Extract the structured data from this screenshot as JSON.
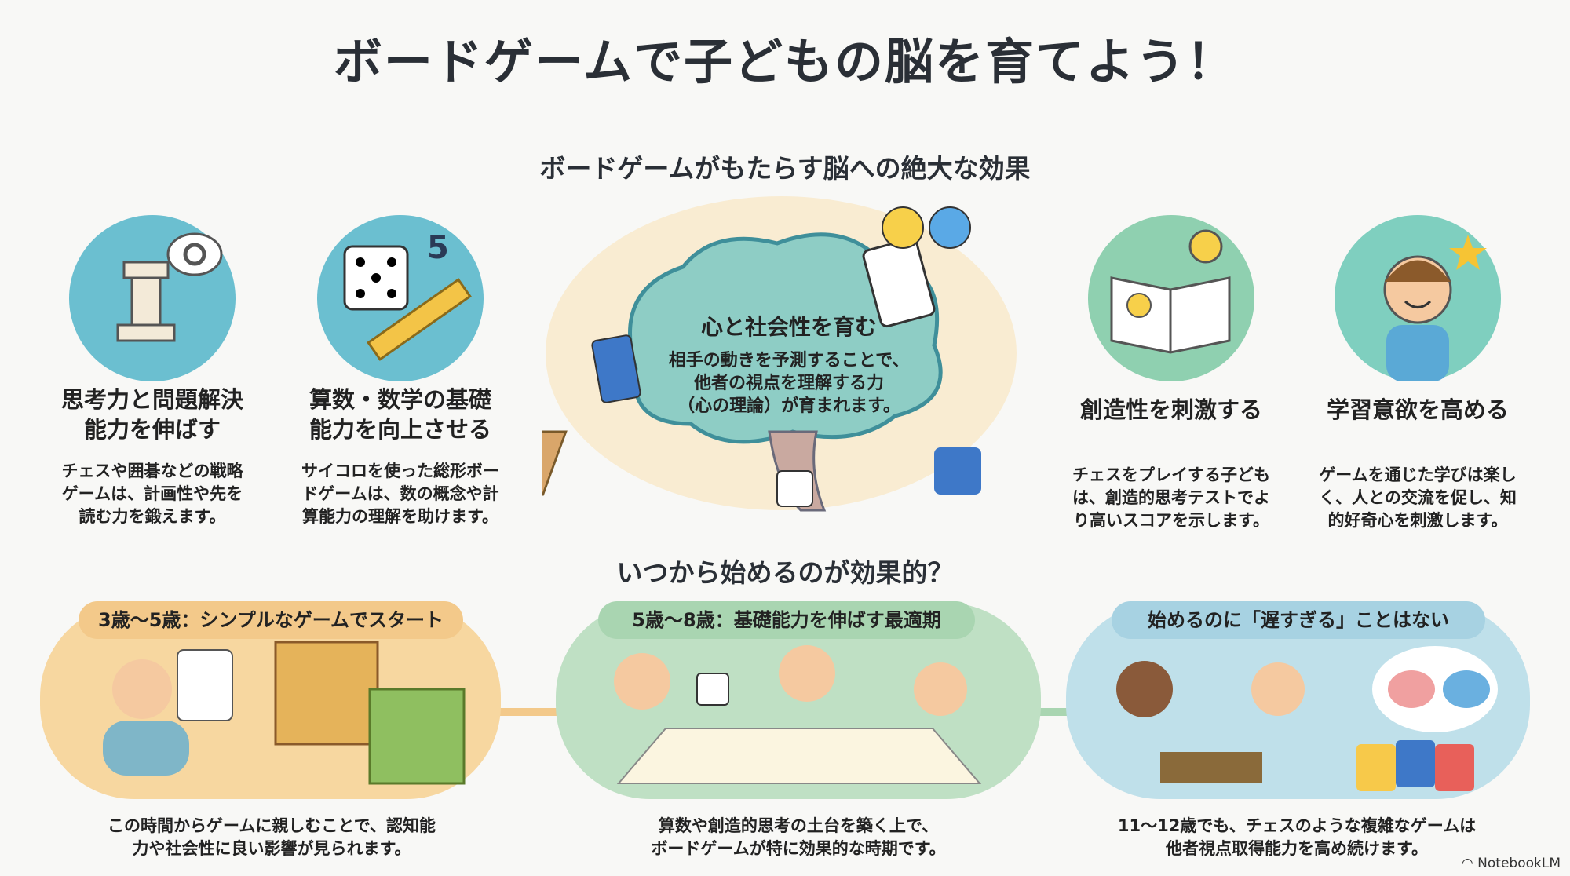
{
  "title": "ボードゲームで子どもの脳を育てよう！",
  "benefits_heading": "ボードゲームがもたらす脳への絶大な効果",
  "benefits": [
    {
      "title_l1": "思考力と問題解決",
      "title_l2": "能力を伸ばす",
      "body": [
        "チェスや囲碁などの戦略",
        "ゲームは、計画性や先を",
        "読む力を鍛えます。"
      ],
      "icon": "chess-rook-gear-icon"
    },
    {
      "title_l1": "算数・数学の基礎",
      "title_l2": "能力を向上させる",
      "body": [
        "サイコロを使った総形ボー",
        "ドゲームは、数の概念や計",
        "算能力の理解を助けます。"
      ],
      "icon": "dice-ruler-icon",
      "badge": "5"
    },
    {
      "title_l1": "創造性を刺激する",
      "title_l2": "",
      "body": [
        "チェスをプレイする子ども",
        "は、創造的思考テストでよ",
        "り高いスコアを示します。"
      ],
      "icon": "book-lightbulb-icon"
    },
    {
      "title_l1": "学習意欲を高める",
      "title_l2": "",
      "body": [
        "ゲームを通じた学びは楽し",
        "く、人との交流を促し、知",
        "的好奇心を刺激します。"
      ],
      "icon": "happy-child-icon"
    }
  ],
  "center": {
    "title": "心と社会性を育む",
    "body": [
      "相手の動きを予測することで、",
      "他者の視点を理解する力",
      "（心の理論）が育まれます。"
    ],
    "icon": "brain-icon"
  },
  "when_heading": "いつから始めるのが効果的？",
  "stages": [
    {
      "label": "3歳〜5歳：シンプルなゲームでスタート",
      "caption": [
        "この時間からゲームに親しむことで、認知能",
        "力や社会性に良い影響が見られます。"
      ],
      "color": "#f7d7a0",
      "pill": "#f3c98a"
    },
    {
      "label": "5歳〜8歳：基礎能力を伸ばす最適期",
      "caption": [
        "算数や創造的思考の土台を築く上で、",
        "ボードゲームが特に効果的な時期です。"
      ],
      "color": "#bfe0c4",
      "pill": "#a9d5b1"
    },
    {
      "label": "始めるのに「遅すぎる」ことはない",
      "caption": [
        "11〜12歳でも、チェスのような複雑なゲームは",
        "他者視点取得能力を高め続けます。"
      ],
      "color": "#bfe0ea",
      "pill": "#a7d2e2"
    }
  ],
  "logo": "NotebookLM"
}
